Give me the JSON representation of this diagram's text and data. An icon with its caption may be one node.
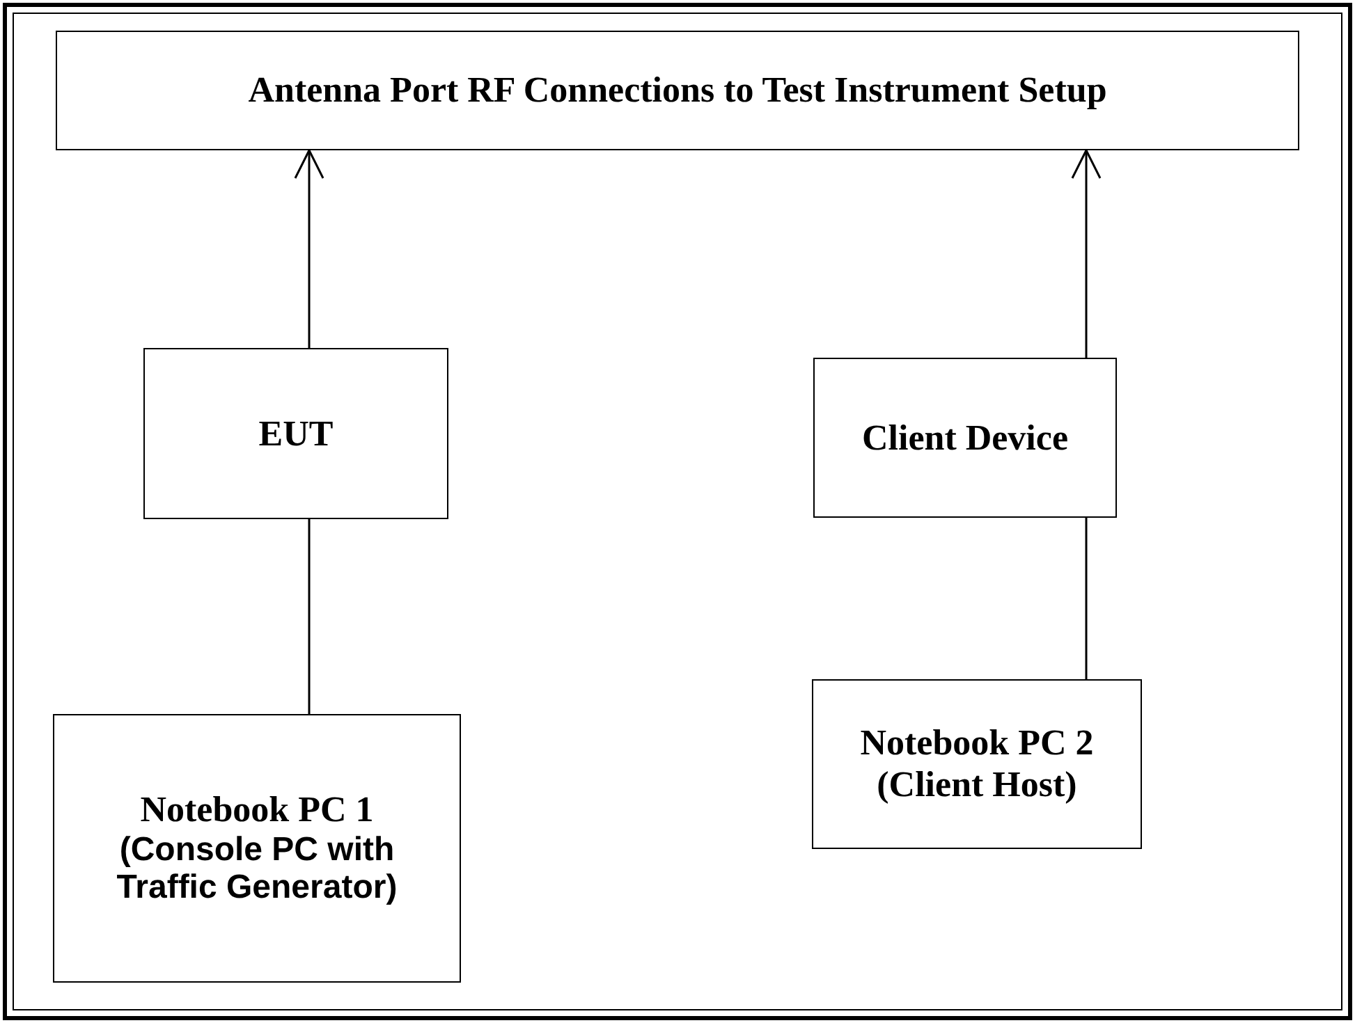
{
  "diagram": {
    "nodes": [
      {
        "text": [
          "Antenna Port RF Connections to Test Instrument Setup"
        ]
      },
      {
        "text": [
          "EUT"
        ]
      },
      {
        "text": [
          "Client Device"
        ]
      },
      {
        "text": [
          "Notebook PC 1",
          "(Console PC with Traffic Generator)"
        ]
      },
      {
        "text": [
          "Notebook PC 2",
          "(Client Host)"
        ]
      }
    ],
    "edges": [
      {
        "from": 1,
        "to": 0,
        "arrow": "to"
      },
      {
        "from": 2,
        "to": 0,
        "arrow": "to"
      },
      {
        "from": 3,
        "to": 1,
        "arrow": "none"
      },
      {
        "from": 4,
        "to": 2,
        "arrow": "none"
      }
    ]
  }
}
